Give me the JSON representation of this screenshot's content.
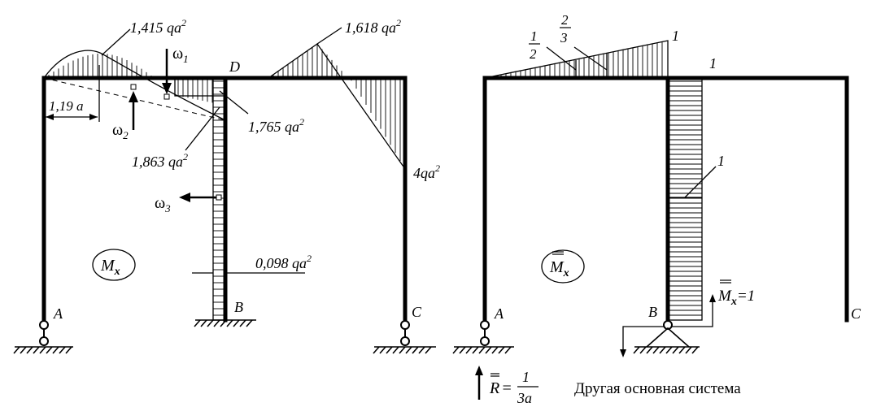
{
  "left": {
    "diagram_label": "M",
    "diagram_label_sub": "x",
    "nodes": {
      "A": "A",
      "B": "B",
      "C": "C",
      "D": "D"
    },
    "values": {
      "max_span": "1,415 qa",
      "top_right": "1,618 qa",
      "under_d": "1,765 qa",
      "left_of_d": "1,863 qa",
      "right_corner": "4qa",
      "column_b": "0,098 qa",
      "dimension": "1,19 a"
    },
    "power": "2",
    "omega": {
      "symbol": "ω",
      "one": "1",
      "two": "2",
      "three": "3"
    }
  },
  "right": {
    "diagram_label": "M",
    "diagram_label_sub": "x",
    "nodes": {
      "A": "A",
      "B": "B",
      "C": "C"
    },
    "beam_values": {
      "half_num": "1",
      "half_den": "2",
      "twothirds_num": "2",
      "twothirds_den": "3",
      "one_end": "1",
      "one_node": "1"
    },
    "column_value": "1",
    "moment_label": "M",
    "moment_sub": "x",
    "moment_value": "=1",
    "reaction_label": "R",
    "reaction_eq": "=",
    "reaction_num": "1",
    "reaction_den": "3a",
    "caption": "Другая основная система"
  }
}
